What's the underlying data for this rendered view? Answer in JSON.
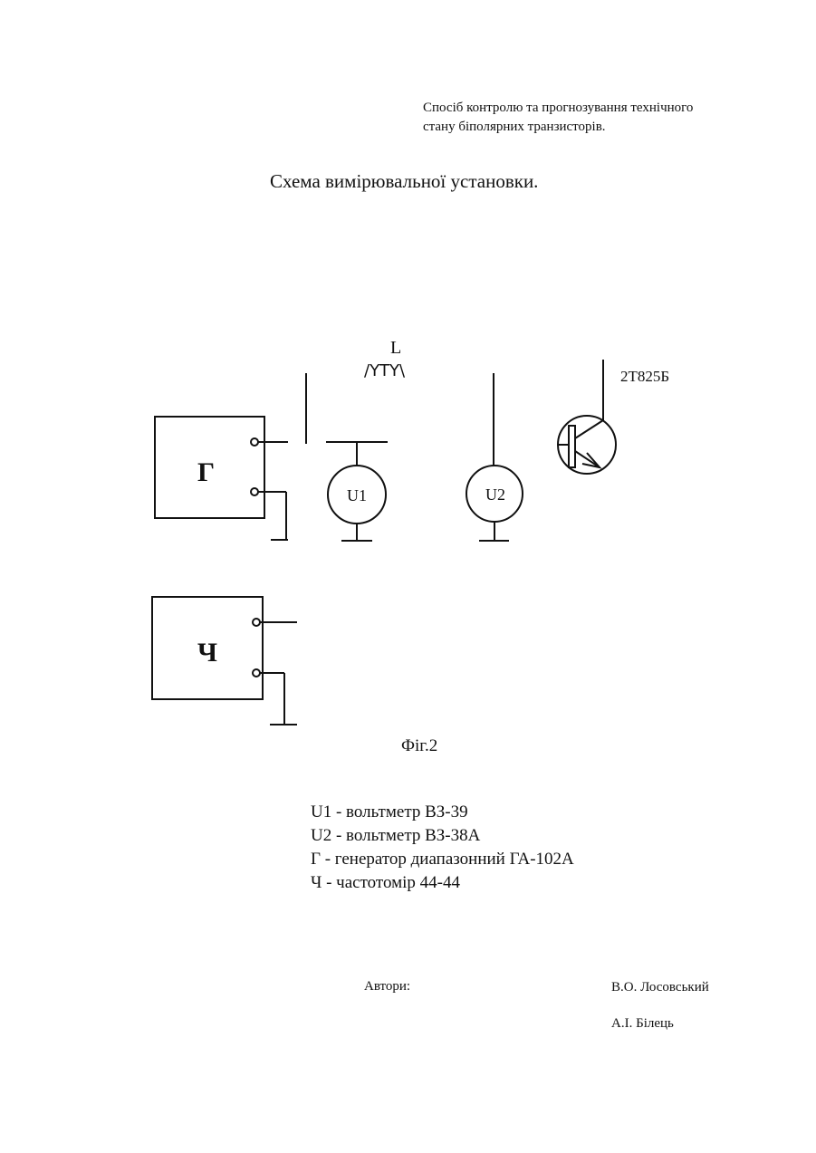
{
  "header": {
    "lines": [
      "Спосіб контролю та прогнозування технічного",
      "стану біполярних транзисторів."
    ]
  },
  "title": "Схема вимірювальної установки.",
  "schematic": {
    "inductor_label": "L",
    "inductor_symbol": "/YTY\\",
    "transistor_label": "2Т825Б",
    "generator_label": "Г",
    "frequency_meter_label": "Ч",
    "voltmeter1_label": "U1",
    "voltmeter2_label": "U2"
  },
  "figure_caption": "Фіг.2",
  "legend": [
    "U1 - вольтметр ВЗ-39",
    "U2 - вольтметр ВЗ-38А",
    "Г - генератор диапазонний ГА-102А",
    "Ч - частотомір 44-44"
  ],
  "authors": {
    "label": "Автори:",
    "names": [
      "В.О. Лосовський",
      "А.І. Білець"
    ]
  }
}
